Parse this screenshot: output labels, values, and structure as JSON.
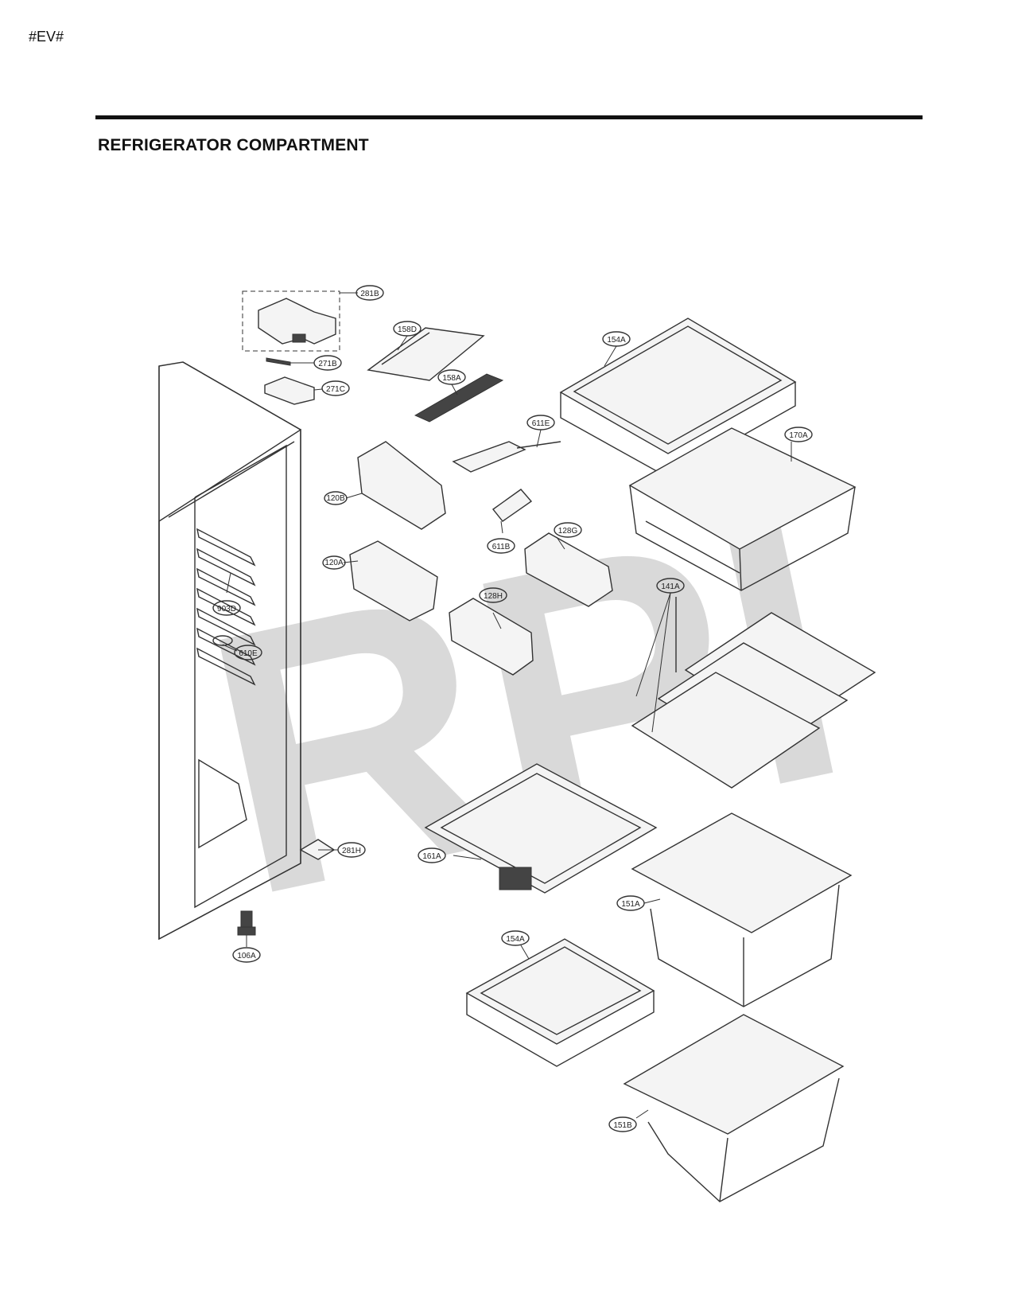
{
  "header": {
    "code": "#EV#"
  },
  "page": {
    "title": "REFRIGERATOR COMPARTMENT"
  },
  "watermark": {
    "text": "RPI"
  },
  "callouts": [
    "281B",
    "158D",
    "271B",
    "271C",
    "158A",
    "154A",
    "611E",
    "170A",
    "120B",
    "611B",
    "128G",
    "120A",
    "141A",
    "128H",
    "903D",
    "610E",
    "281H",
    "161A",
    "151A",
    "106A",
    "154A",
    "151B"
  ]
}
